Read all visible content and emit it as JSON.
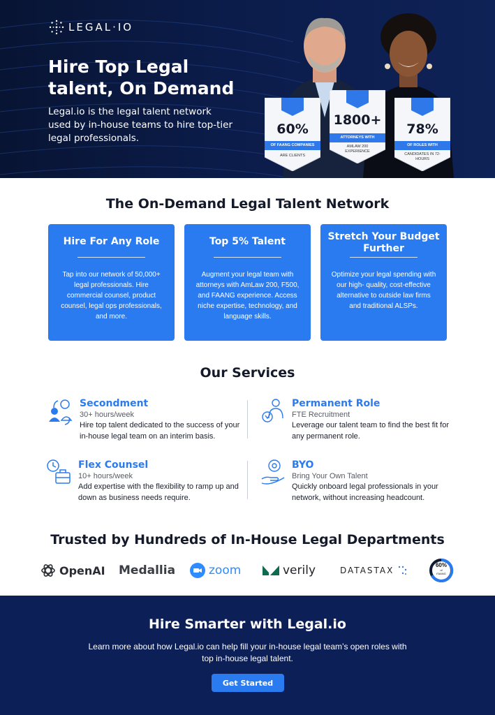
{
  "brand": {
    "logo_text": "LEGAL·IO"
  },
  "hero": {
    "title": "Hire Top Legal talent, On Demand",
    "subtitle": "Legal.io is the legal talent network used by in-house teams to hire top-tier legal professionals.",
    "badges": [
      {
        "value": "60%",
        "band": "OF FAANG COMPANIES",
        "foot": "ARE CLIENTS"
      },
      {
        "value": "1800+",
        "band": "ATTORNEYS WITH",
        "foot": "AMLAW 200 EXPERIENCE"
      },
      {
        "value": "78%",
        "band": "OF ROLES WITH",
        "foot": "CANDIDATES IN 72-HOURS"
      }
    ]
  },
  "network": {
    "title": "The On-Demand Legal Talent Network",
    "cards": [
      {
        "title": "Hire For Any Role",
        "body": "Tap into our network of 50,000+ legal professionals. Hire commercial counsel, product counsel, legal ops professionals, and more."
      },
      {
        "title": "Top 5% Talent",
        "body": "Augment your legal team with attorneys with AmLaw 200, F500, and FAANG experience. Access niche expertise, technology, and language skills."
      },
      {
        "title": "Stretch Your Budget Further",
        "body": "Optimize your legal spending with our high- quality, cost-effective alternative to outside law firms and traditional ALSPs."
      }
    ]
  },
  "services": {
    "title": "Our Services",
    "items": [
      {
        "name": "Secondment",
        "sub": "30+ hours/week",
        "desc": "Hire top talent dedicated to the success of your in-house legal team on an interim basis."
      },
      {
        "name": "Permanent Role",
        "sub": "FTE Recruitment",
        "desc": "Leverage our talent team to find the best fit for any permanent role."
      },
      {
        "name": "Flex Counsel",
        "sub": "10+ hours/week",
        "desc": "Add expertise with the flexibility to ramp up and down as business needs require."
      },
      {
        "name": "BYO",
        "sub": "Bring Your Own Talent",
        "desc": "Quickly onboard legal professionals in your network, without increasing headcount."
      }
    ]
  },
  "trusted": {
    "title": "Trusted by Hundreds of In-House Legal Departments",
    "logos": [
      "OpenAI",
      "Medallia",
      "zoom",
      "verily",
      "DATASTAX",
      "60%",
      "of",
      "FAANG"
    ]
  },
  "cta": {
    "title": "Hire Smarter with Legal.io",
    "text": "Learn more about how Legal.io can help fill your in-house legal team’s open roles with top in-house legal talent.",
    "button": "Get Started"
  },
  "colors": {
    "accent": "#2b7bf0",
    "hero_bg": "#0b1c4a",
    "cta_bg": "#0c1f57"
  },
  "icons": [
    "logo-dots-icon",
    "secondment-icon",
    "permanent-role-icon",
    "flex-counsel-icon",
    "byo-icon",
    "openai-icon",
    "zoom-icon",
    "verily-icon",
    "datastax-dots-icon"
  ]
}
